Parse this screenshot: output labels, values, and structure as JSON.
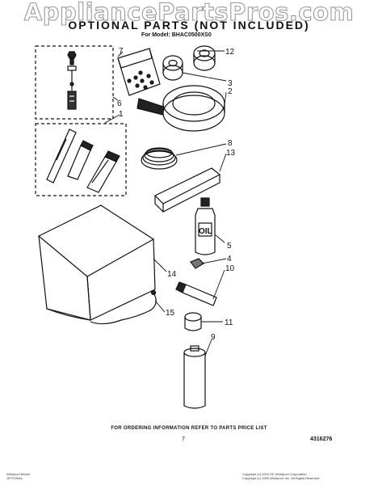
{
  "watermark": "AppliancePartsPros.com",
  "header": {
    "title": "OPTIONAL PARTS (NOT INCLUDED)",
    "model_line": "For Model: BHAC0500XS0"
  },
  "callouts": {
    "c1": "1",
    "c2": "2",
    "c3": "3",
    "c4": "4",
    "c5": "5",
    "c6": "6",
    "c7": "7",
    "c8": "8",
    "c9": "9",
    "c10": "10",
    "c11": "11",
    "c12": "12",
    "c13": "13",
    "c14": "14",
    "c15": "15"
  },
  "labels": {
    "oil_label": "OIL"
  },
  "footer": {
    "ordering_info": "FOR ORDERING INFORMATION REFER TO PARTS PRICE LIST",
    "page_number": "7",
    "part_number": "4316276",
    "brand_line1": "Whirlpool Model",
    "brand_line2": "OPTIONAL",
    "copyright_line1": "Copyright (c) 2004 GE Whirlpool Corporation",
    "copyright_line2": "Copyright (c) 1995 Whirlpool, Inc. All Rights Reserved"
  },
  "colors": {
    "line": "#111111",
    "watermark_stroke": "#9a9a9a"
  }
}
